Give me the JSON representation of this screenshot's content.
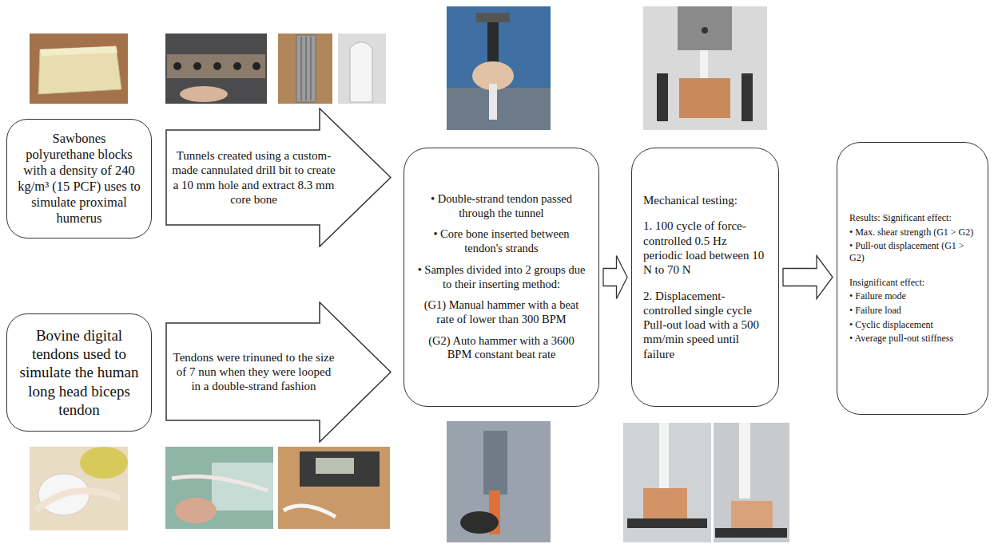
{
  "diagram": {
    "nodes": [
      {
        "text": [
          "Sawbones polyurethane blocks with a density of 240 kg/m³ (15 PCF) uses to simulate proximal humerus"
        ]
      },
      {
        "text": [
          "Tunnels created using a custom-made cannulated drill bit to create a 10 mm hole and extract 8.3 mm core bone"
        ]
      },
      {
        "text": [
          "Bovine digital tendons used to simulate the human long head biceps tendon"
        ]
      },
      {
        "text": [
          "Tendons were trinuned to the size of 7 nun when they were looped in a double-strand fashion"
        ]
      },
      {
        "text": [
          "• Double-strand tendon passed through the tunnel",
          "• Core bone inserted between tendon's strands",
          "• Samples divided into 2 groups due to their inserting method:",
          "(G1) Manual hammer with a beat rate of lower than 300 BPM",
          "(G2) Auto hammer with a 3600 BPM constant beat rate"
        ]
      },
      {
        "text": [
          "Mechanical testing:",
          "1. 100 cycle of force-controlled 0.5 Hz periodic load between 10 N to 70 N",
          "2. Displacement-controlled single cycle Pull-out load with a 500 mm/min speed until failure"
        ]
      },
      {
        "text": [
          "Results: Significant effect:",
          "• Max. shear strength (G1 > G2)",
          "• Pull-out displacement (G1 > G2)",
          "Insignificant effect:",
          "• Failure mode",
          "• Failure load",
          "• Cyclic displacement",
          "• Average pull-out stiffness"
        ]
      }
    ],
    "edges": [
      {
        "from": 4,
        "to": 5,
        "arrow": "to"
      },
      {
        "from": 5,
        "to": 6,
        "arrow": "to"
      }
    ]
  }
}
